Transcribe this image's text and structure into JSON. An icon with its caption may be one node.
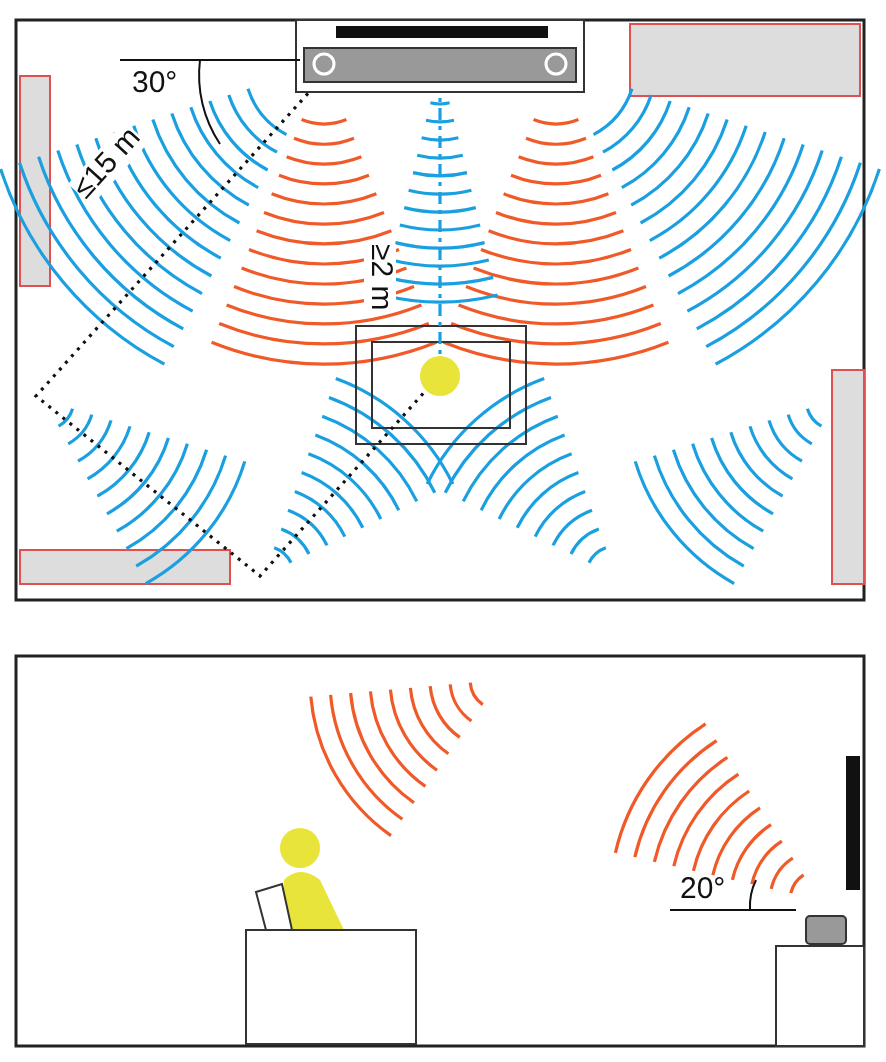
{
  "diagram": {
    "labels": [
      "30°",
      "≤15 m",
      "≥2 m",
      "20°"
    ]
  }
}
